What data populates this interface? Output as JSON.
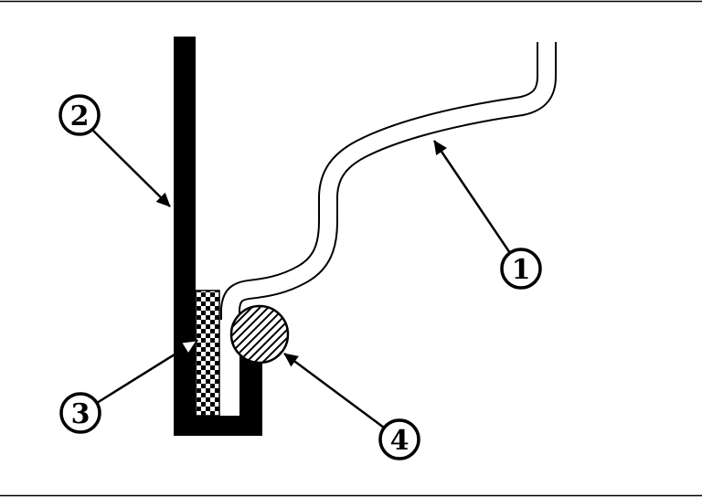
{
  "figure": {
    "type": "technical-cross-section-diagram",
    "colors": {
      "line": "#000000",
      "background": "#ffffff"
    },
    "callouts": [
      {
        "label": "1",
        "target": "thin-curved-panel-outline"
      },
      {
        "label": "2",
        "target": "thick-solid-black-bracket"
      },
      {
        "label": "3",
        "target": "checkerboard-pattern-strip"
      },
      {
        "label": "4",
        "target": "diagonal-hatched-bead"
      }
    ]
  }
}
